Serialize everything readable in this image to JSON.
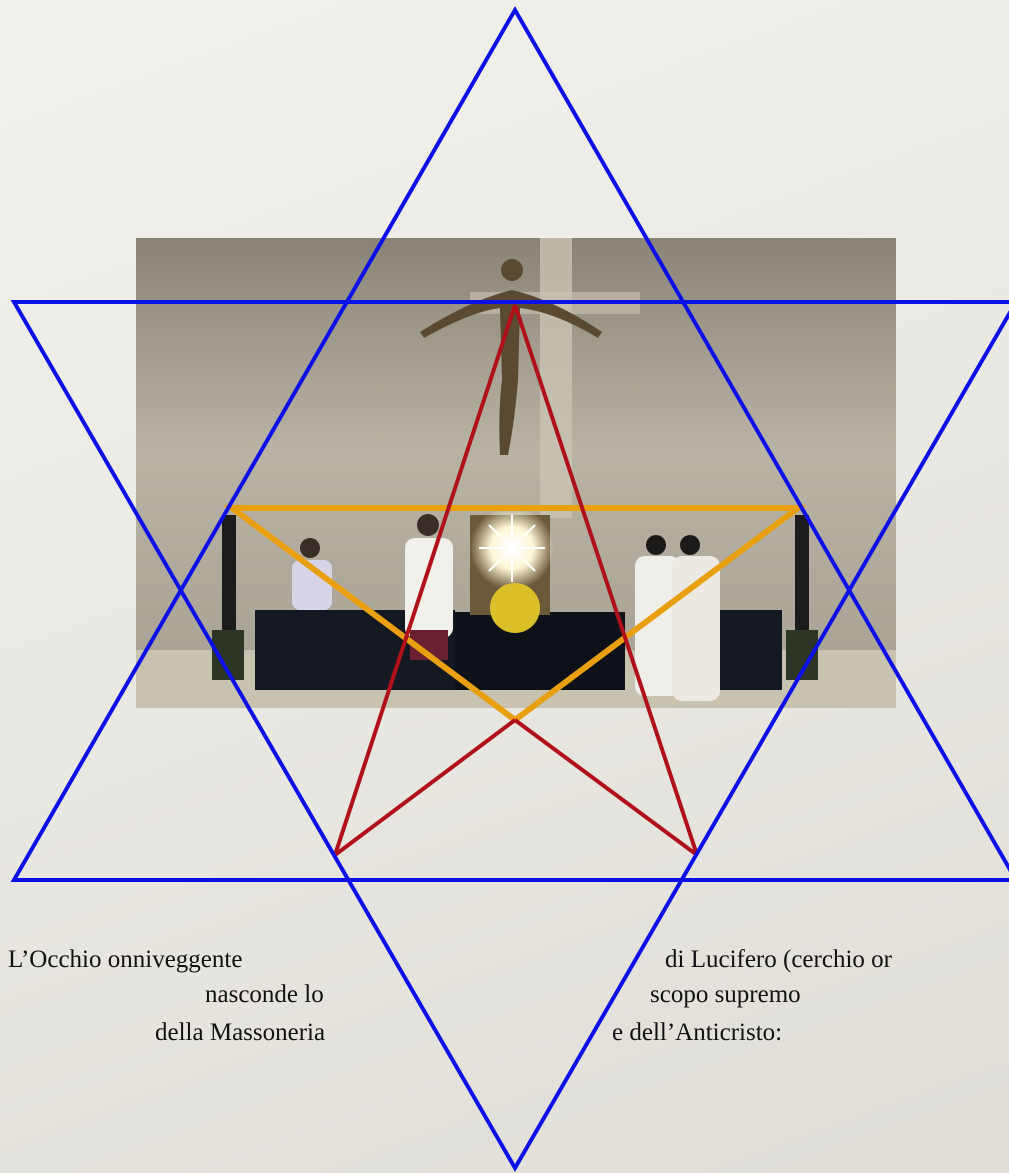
{
  "colors": {
    "background": "#ebe9e3",
    "hexagram_outer": "#0a10e6",
    "star_red": "#b0101a",
    "triangle_orange": "#e8a010",
    "central_circle": "#dcc02a"
  },
  "photo": {
    "subject": "altar-with-crucifix-and-monstrance"
  },
  "caption": {
    "left": {
      "line1": "L’Occhio onniveggente",
      "line2": "nasconde lo",
      "line3": "della Massoneria"
    },
    "right": {
      "line1": "di Lucifero (cerchio or",
      "line2": "scopo supremo",
      "line3": "e dell’Anticristo:"
    }
  }
}
